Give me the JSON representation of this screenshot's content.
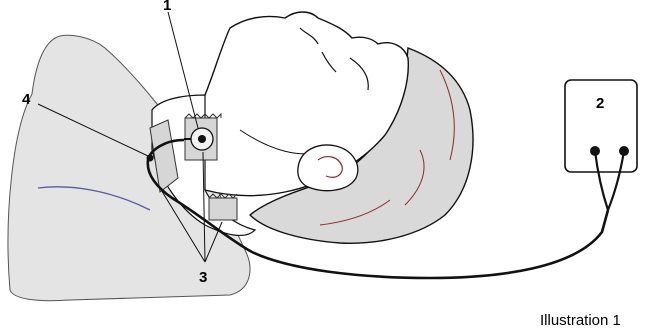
{
  "labels": {
    "sensor_head": "1",
    "monitor": "2",
    "adhesive_tape": "3",
    "cable": "4"
  },
  "caption": "Illustration 1"
}
